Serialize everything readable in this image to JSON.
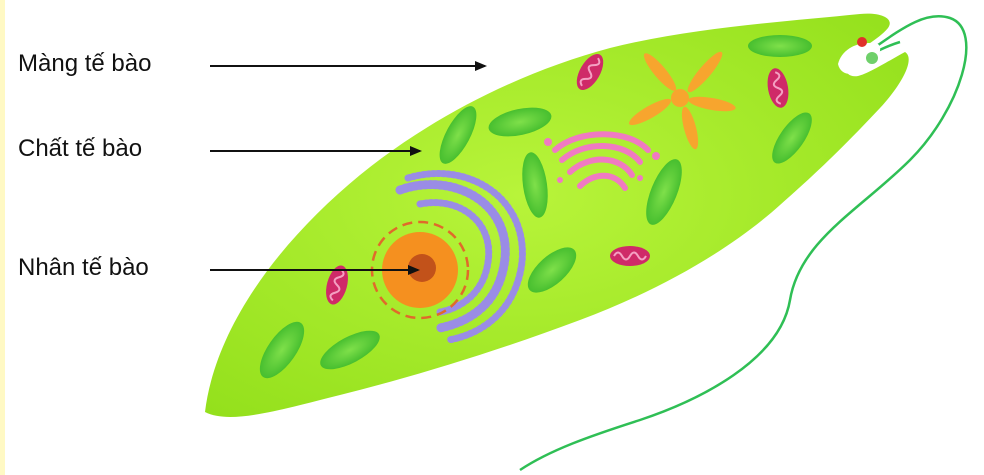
{
  "labels": {
    "membrane": "Màng tế bào",
    "cytoplasm": "Chất tế bào",
    "nucleus": "Nhân tế bào"
  },
  "colors": {
    "cell_body": "#a6ee27",
    "chloroplast": "#5fd13b",
    "mitochondria": "#cf2a68",
    "golgi": "#f07ac2",
    "star_body": "#f7a52e",
    "endoplasmic_reticulum": "#9a8ce6",
    "nucleus": "#f5901f",
    "nucleolus": "#c2521a",
    "flagellum": "#2fbf55",
    "eyespot": "#e0312b",
    "arrow": "#111111"
  }
}
